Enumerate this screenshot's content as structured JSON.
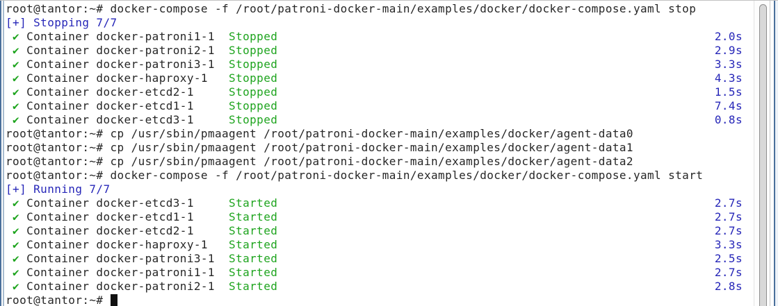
{
  "colors": {
    "background": "#ffffff",
    "text": "#262626",
    "green": "#1ea41e",
    "blue": "#2626b8",
    "border_blue": "#4a6f9b"
  },
  "terminal": {
    "lines": [
      {
        "segments": [
          {
            "text": "root@tantor:~# docker-compose -f /root/patroni-docker-main/examples/docker/docker-compose.yaml stop",
            "color": "default"
          }
        ]
      },
      {
        "segments": [
          {
            "text": "[+] Stopping 7/7",
            "color": "blue"
          }
        ]
      },
      {
        "segments": [
          {
            "text": " ",
            "color": "default"
          },
          {
            "text": "✔",
            "color": "green",
            "icon": true
          },
          {
            "text": " Container docker-patroni1-1  ",
            "color": "default"
          },
          {
            "text": "Stopped",
            "color": "green"
          }
        ],
        "time": "2.0s"
      },
      {
        "segments": [
          {
            "text": " ",
            "color": "default"
          },
          {
            "text": "✔",
            "color": "green",
            "icon": true
          },
          {
            "text": " Container docker-patroni2-1  ",
            "color": "default"
          },
          {
            "text": "Stopped",
            "color": "green"
          }
        ],
        "time": "2.9s"
      },
      {
        "segments": [
          {
            "text": " ",
            "color": "default"
          },
          {
            "text": "✔",
            "color": "green",
            "icon": true
          },
          {
            "text": " Container docker-patroni3-1  ",
            "color": "default"
          },
          {
            "text": "Stopped",
            "color": "green"
          }
        ],
        "time": "3.3s"
      },
      {
        "segments": [
          {
            "text": " ",
            "color": "default"
          },
          {
            "text": "✔",
            "color": "green",
            "icon": true
          },
          {
            "text": " Container docker-haproxy-1   ",
            "color": "default"
          },
          {
            "text": "Stopped",
            "color": "green"
          }
        ],
        "time": "4.3s"
      },
      {
        "segments": [
          {
            "text": " ",
            "color": "default"
          },
          {
            "text": "✔",
            "color": "green",
            "icon": true
          },
          {
            "text": " Container docker-etcd2-1     ",
            "color": "default"
          },
          {
            "text": "Stopped",
            "color": "green"
          }
        ],
        "time": "1.5s"
      },
      {
        "segments": [
          {
            "text": " ",
            "color": "default"
          },
          {
            "text": "✔",
            "color": "green",
            "icon": true
          },
          {
            "text": " Container docker-etcd1-1     ",
            "color": "default"
          },
          {
            "text": "Stopped",
            "color": "green"
          }
        ],
        "time": "7.4s"
      },
      {
        "segments": [
          {
            "text": " ",
            "color": "default"
          },
          {
            "text": "✔",
            "color": "green",
            "icon": true
          },
          {
            "text": " Container docker-etcd3-1     ",
            "color": "default"
          },
          {
            "text": "Stopped",
            "color": "green"
          }
        ],
        "time": "0.8s"
      },
      {
        "segments": [
          {
            "text": "root@tantor:~# cp /usr/sbin/pmaagent /root/patroni-docker-main/examples/docker/agent-data0",
            "color": "default"
          }
        ]
      },
      {
        "segments": [
          {
            "text": "root@tantor:~# cp /usr/sbin/pmaagent /root/patroni-docker-main/examples/docker/agent-data1",
            "color": "default"
          }
        ]
      },
      {
        "segments": [
          {
            "text": "root@tantor:~# cp /usr/sbin/pmaagent /root/patroni-docker-main/examples/docker/agent-data2",
            "color": "default"
          }
        ]
      },
      {
        "segments": [
          {
            "text": "root@tantor:~# docker-compose -f /root/patroni-docker-main/examples/docker/docker-compose.yaml start",
            "color": "default"
          }
        ]
      },
      {
        "segments": [
          {
            "text": "[+] Running 7/7",
            "color": "blue"
          }
        ]
      },
      {
        "segments": [
          {
            "text": " ",
            "color": "default"
          },
          {
            "text": "✔",
            "color": "green",
            "icon": true
          },
          {
            "text": " Container docker-etcd3-1     ",
            "color": "default"
          },
          {
            "text": "Started",
            "color": "green"
          }
        ],
        "time": "2.7s"
      },
      {
        "segments": [
          {
            "text": " ",
            "color": "default"
          },
          {
            "text": "✔",
            "color": "green",
            "icon": true
          },
          {
            "text": " Container docker-etcd1-1     ",
            "color": "default"
          },
          {
            "text": "Started",
            "color": "green"
          }
        ],
        "time": "2.7s"
      },
      {
        "segments": [
          {
            "text": " ",
            "color": "default"
          },
          {
            "text": "✔",
            "color": "green",
            "icon": true
          },
          {
            "text": " Container docker-etcd2-1     ",
            "color": "default"
          },
          {
            "text": "Started",
            "color": "green"
          }
        ],
        "time": "2.7s"
      },
      {
        "segments": [
          {
            "text": " ",
            "color": "default"
          },
          {
            "text": "✔",
            "color": "green",
            "icon": true
          },
          {
            "text": " Container docker-haproxy-1   ",
            "color": "default"
          },
          {
            "text": "Started",
            "color": "green"
          }
        ],
        "time": "3.3s"
      },
      {
        "segments": [
          {
            "text": " ",
            "color": "default"
          },
          {
            "text": "✔",
            "color": "green",
            "icon": true
          },
          {
            "text": " Container docker-patroni3-1  ",
            "color": "default"
          },
          {
            "text": "Started",
            "color": "green"
          }
        ],
        "time": "2.5s"
      },
      {
        "segments": [
          {
            "text": " ",
            "color": "default"
          },
          {
            "text": "✔",
            "color": "green",
            "icon": true
          },
          {
            "text": " Container docker-patroni1-1  ",
            "color": "default"
          },
          {
            "text": "Started",
            "color": "green"
          }
        ],
        "time": "2.7s"
      },
      {
        "segments": [
          {
            "text": " ",
            "color": "default"
          },
          {
            "text": "✔",
            "color": "green",
            "icon": true
          },
          {
            "text": " Container docker-patroni2-1  ",
            "color": "default"
          },
          {
            "text": "Started",
            "color": "green"
          }
        ],
        "time": "2.8s"
      },
      {
        "segments": [
          {
            "text": "root@tantor:~# ",
            "color": "default"
          }
        ],
        "cursor": true
      }
    ]
  }
}
